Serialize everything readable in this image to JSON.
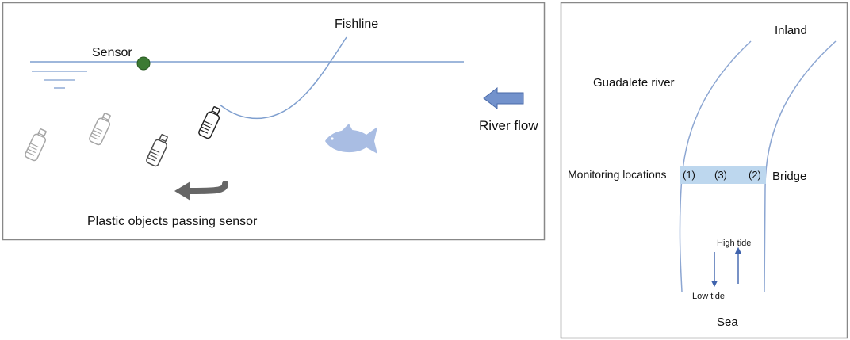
{
  "left_panel": {
    "sensor_label": "Sensor",
    "fishline_label": "Fishline",
    "river_flow_label": "River flow",
    "plastic_label": "Plastic objects passing sensor",
    "colors": {
      "water_line": "#7f9fcf",
      "sensor": "#3c7a33",
      "flow_arrow": "#7392cc",
      "fish": "#a9bde3",
      "bottle_dark": "#333333",
      "bottle_light": "#a6a6a6",
      "plastic_arrow": "#666666"
    }
  },
  "right_panel": {
    "inland_label": "Inland",
    "river_name_label": "Guadalete river",
    "monitoring_label": "Monitoring locations",
    "bridge_label": "Bridge",
    "locations": [
      "(1)",
      "(3)",
      "(2)"
    ],
    "high_tide_label": "High tide",
    "low_tide_label": "Low tide",
    "sea_label": "Sea",
    "colors": {
      "bank_line": "#8ca6d2",
      "bridge": "#bdd7ee",
      "tide_arrow": "#3f63ad"
    }
  }
}
